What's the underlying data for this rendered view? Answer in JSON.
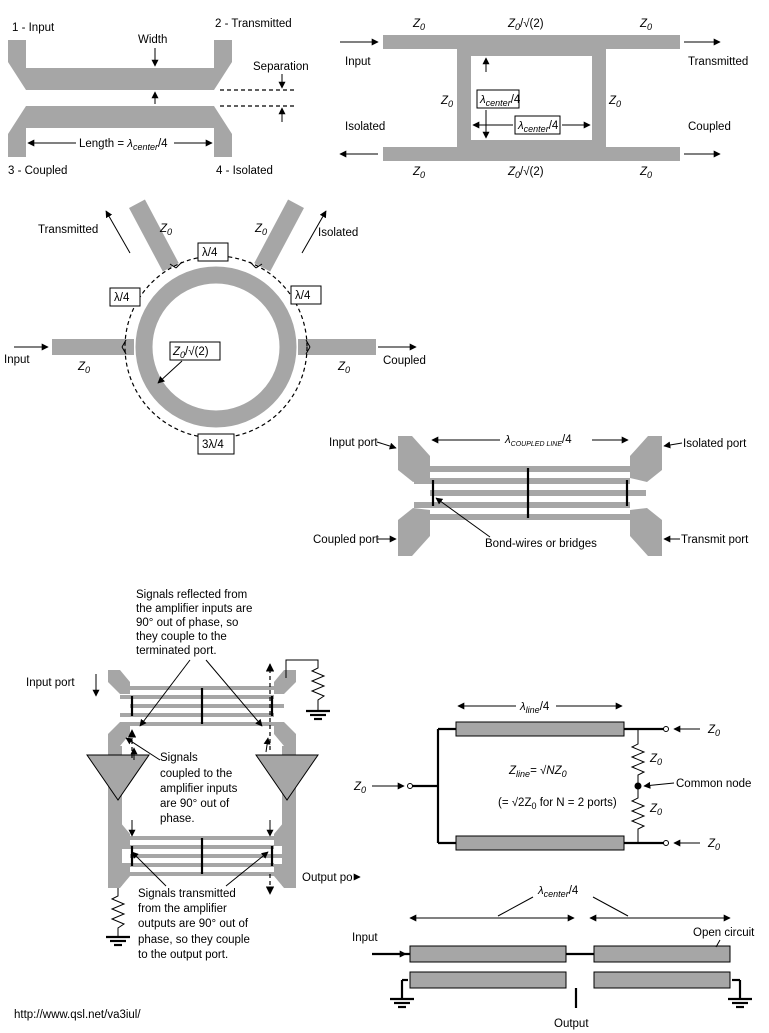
{
  "branch_coupler": {
    "left": "Input",
    "left_bottom": "Isolated",
    "right": "Transmitted",
    "right_bottom": "Coupled",
    "z0": "Z",
    "z0_sub": "0",
    "series_impedance": "/√(2)",
    "quarter_wave": "λ",
    "quarter_sub": "center",
    "quarter_den": "/4"
  },
  "coupled_line": {
    "port1": "1 - Input",
    "port2": "2 - Transmitted",
    "port3": "3 - Coupled",
    "port4": "4 - Isolated",
    "width": "Width",
    "separation": "Separation",
    "length_prefix": "Length = ",
    "length_lambda": "λ",
    "length_sub": "center",
    "length_den": "/4"
  },
  "rat_race": {
    "transmitted": "Transmitted",
    "isolated": "Isolated",
    "input": "Input",
    "coupled": "Coupled",
    "quarter": "λ/4",
    "three_quarter": "3λ/4",
    "ring_impedance": "/√(2)",
    "z0": "Z",
    "z0_sub": "0"
  },
  "lange": {
    "input_port": "Input port",
    "isolated_port": "Isolated port",
    "coupled_port": "Coupled port",
    "transmit_port": "Transmit port",
    "bond": "Bond-wires or bridges",
    "length_lambda": "λ",
    "length_sub": "COUPLED LINE",
    "length_den": "/4"
  },
  "balanced_amp": {
    "input_port": "Input port",
    "output_port": "Output po",
    "note_reflected": [
      "Signals reflected from",
      "the amplifier inputs are",
      "90° out of phase, so",
      "they couple to the",
      "terminated port."
    ],
    "note_coupled": [
      "Signals",
      "coupled to the",
      "amplifier inputs",
      "are 90° out of",
      "phase."
    ],
    "note_transmitted": [
      "Signals transmitted",
      "from the amplifier",
      "outputs are 90° out of",
      "phase, so they couple",
      "to the output port."
    ]
  },
  "wilkinson": {
    "z0": "Z",
    "z0_sub": "0",
    "line_lambda": "λ",
    "line_sub": "line",
    "line_den": "/4",
    "zline_eq": "= √NZ",
    "zline_sub": "line",
    "note_part1": "(= √2Z",
    "note_part2": " for N = 2 ports)",
    "common_node": "Common node"
  },
  "stub": {
    "input": "Input",
    "output": "Output",
    "open_circuit": "Open circuit",
    "lambda": "λ",
    "sub": "center",
    "den": "/4"
  },
  "footer_url": "http://www.qsl.net/va3iul/"
}
